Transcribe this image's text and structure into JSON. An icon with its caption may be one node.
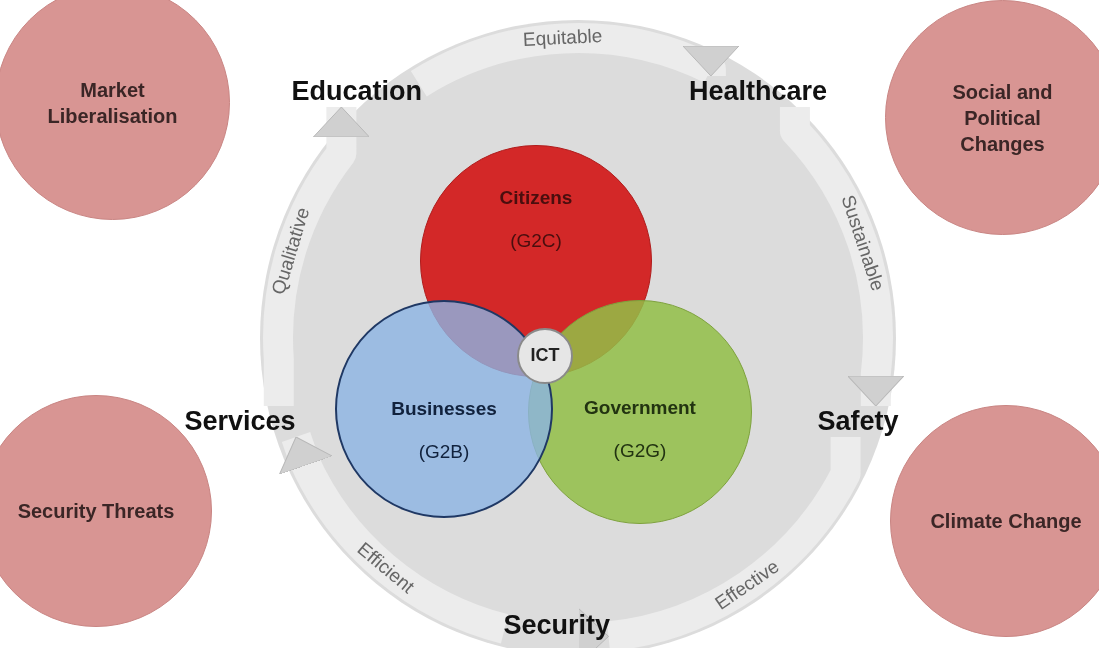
{
  "diagram": {
    "nodes": [
      {
        "text": [
          "Market Liberalisation"
        ]
      },
      {
        "text": [
          "Social and Political Changes"
        ]
      },
      {
        "text": [
          "Education"
        ]
      },
      {
        "text": [
          "Healthcare"
        ]
      },
      {
        "text": [
          "Citizens",
          "(G2C)"
        ]
      },
      {
        "text": [
          "ICT"
        ]
      },
      {
        "text": [
          "Businesses",
          "(G2B)"
        ]
      },
      {
        "text": [
          "Government",
          "(G2G)"
        ]
      },
      {
        "text": [
          "Services"
        ]
      },
      {
        "text": [
          "Safety"
        ]
      },
      {
        "text": [
          "Security Threats"
        ]
      },
      {
        "text": [
          "Climate Change"
        ]
      },
      {
        "text": [
          "Security"
        ]
      }
    ],
    "edges": [
      {
        "from": 2,
        "to": 3,
        "arrow": "to",
        "label": "Equitable"
      },
      {
        "from": 3,
        "to": 9,
        "arrow": "to",
        "label": "Sustainable"
      },
      {
        "from": 9,
        "to": 12,
        "arrow": "to",
        "label": "Effective"
      },
      {
        "from": 12,
        "to": 8,
        "arrow": "to",
        "label": "Efficient"
      },
      {
        "from": 8,
        "to": 2,
        "arrow": "to",
        "label": "Qualitative"
      }
    ]
  }
}
